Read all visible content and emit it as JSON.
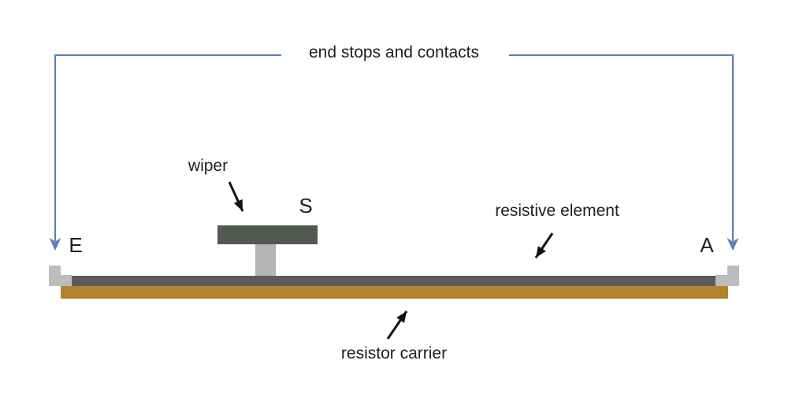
{
  "diagram": {
    "labels": {
      "end_stops": "end stops and contacts",
      "wiper": "wiper",
      "terminal_s": "S",
      "terminal_e": "E",
      "terminal_a": "A",
      "resistive_element": "resistive element",
      "resistor_carrier": "resistor carrier"
    },
    "colors": {
      "bracket_blue": "#5b7fb8",
      "arrow_black": "#111111",
      "text_black": "#1f1f1f",
      "resistive_element_gray": "#5b5b5d",
      "wiper_head_gray": "#535852",
      "wiper_stem_gray": "#b4b4b4",
      "end_stop_gray": "#bcbcbc",
      "carrier_gold": "#b3832b"
    }
  }
}
